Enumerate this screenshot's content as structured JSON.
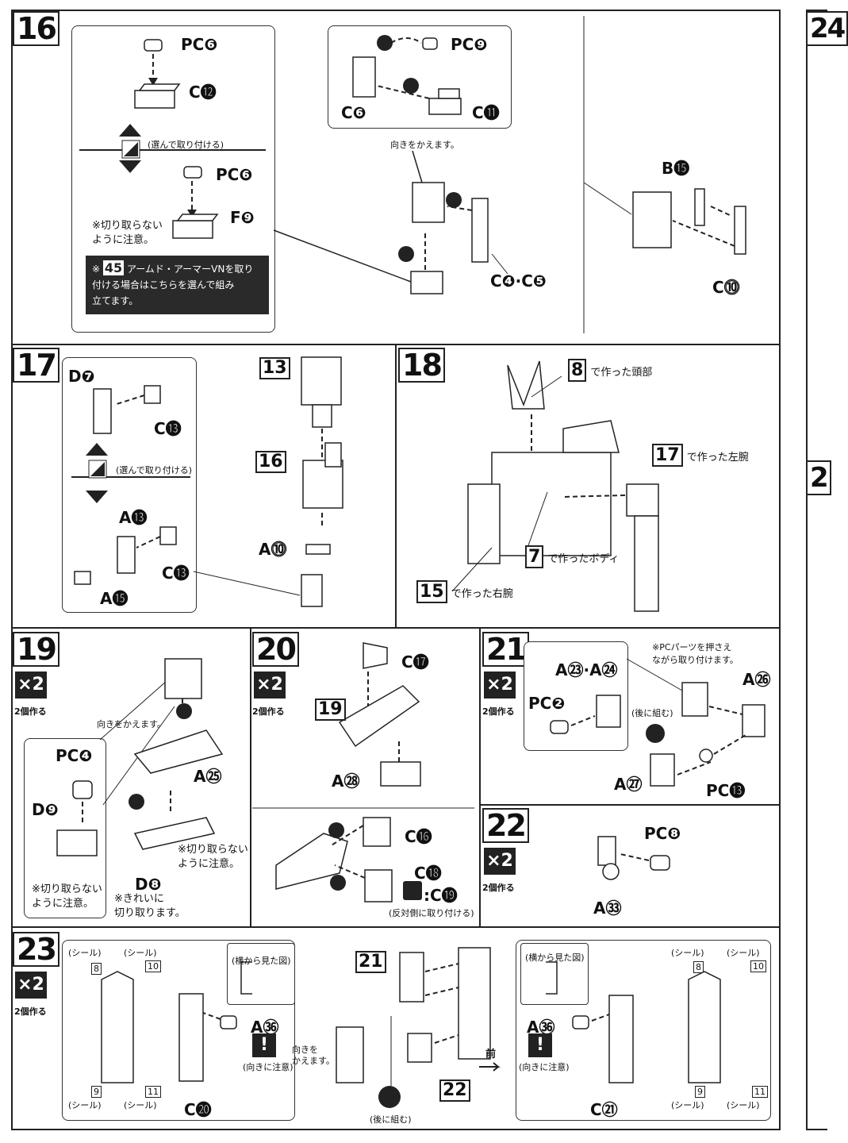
{
  "steps": {
    "s16": {
      "num": "16",
      "labels": [
        "PC❻",
        "C⓬",
        "PC❻",
        "F❾",
        "PC❾",
        "C❻",
        "C⓫",
        "B⓯",
        "C❹·C❺",
        "C⓾"
      ],
      "choose": "(選んで取り付ける)",
      "careful": "※切り取らない\nように注意。",
      "turn": "向きをかえます。",
      "note_num": "45",
      "note": "アームド・アーマーVNを取り\n付ける場合はこちらを選んで組み\n立てます。"
    },
    "s17": {
      "num": "17",
      "labels": [
        "D❼",
        "C⓭",
        "A⓭",
        "C⓭",
        "A⓯",
        "A⓾"
      ],
      "choose": "(選んで取り付ける)",
      "refs": [
        "13",
        "16"
      ]
    },
    "s18": {
      "num": "18",
      "head": "で作った頭部",
      "head_ref": "8",
      "left": "で作った左腕",
      "left_ref": "17",
      "body": "で作ったボディ",
      "body_ref": "7",
      "right": "で作った右腕",
      "right_ref": "15"
    },
    "s19": {
      "num": "19",
      "x2": "×2",
      "make2": "2個作る",
      "labels": [
        "PC❹",
        "D❾",
        "A㉕",
        "D❽"
      ],
      "turn": "向きをかえます。",
      "careful1": "※切り取らない\nように注意。",
      "careful2": "※切り取らない\nように注意。",
      "clean": "※きれいに\n切り取ります。"
    },
    "s20": {
      "num": "20",
      "x2": "×2",
      "make2": "2個作る",
      "labels": [
        "C⓱",
        "A㉘",
        "C⓰",
        "C⓲",
        ":C⓳"
      ],
      "ref": "19",
      "opposite": "(反対側に取り付ける)"
    },
    "s21": {
      "num": "21",
      "x2": "×2",
      "make2": "2個作る",
      "labels": [
        "A㉓·A㉔",
        "PC❷",
        "A㉖",
        "A㉗",
        "PC⓭"
      ],
      "pc_note": "※PCパーツを押さえ\nながら取り付けます。",
      "later": "(後に組む)"
    },
    "s22": {
      "num": "22",
      "x2": "×2",
      "make2": "2個作る",
      "labels": [
        "PC❽",
        "A㉝"
      ]
    },
    "s23": {
      "num": "23",
      "x2": "×2",
      "make2": "2個作る",
      "seal": "(シール)",
      "seal_nums": [
        "8",
        "10",
        "9",
        "11",
        "8",
        "10",
        "9",
        "11"
      ],
      "side_view": "(横から見た図)",
      "labels": [
        "A㊱",
        "C⓴",
        "A㊱",
        "C㉑"
      ],
      "careful_dir": "(向きに注意)",
      "turn": "向きを\nかえます。",
      "front": "前",
      "later": "(後に組む)",
      "refs": [
        "21",
        "22"
      ]
    },
    "s24": {
      "num": "24"
    },
    "s25": {
      "num": "2"
    }
  }
}
